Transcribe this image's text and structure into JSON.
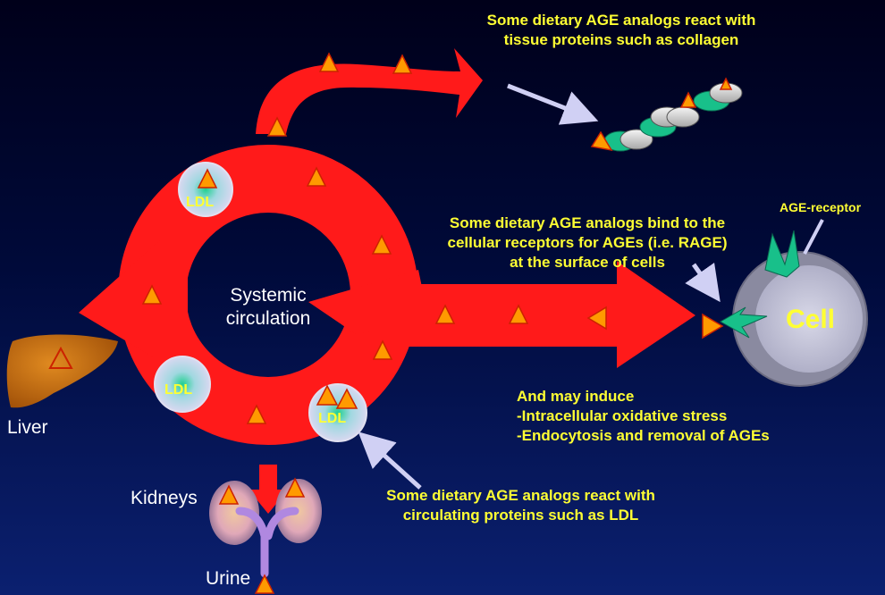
{
  "labels": {
    "collagen_note": [
      "Some dietary AGE analogs react with",
      "tissue proteins such as collagen"
    ],
    "receptor_note": [
      "Some dietary AGE analogs bind to the",
      "cellular receptors for AGEs (i.e. RAGE)",
      "at the surface of cells"
    ],
    "induce_note": [
      "And may induce",
      "-Intracellular oxidative stress",
      "-Endocytosis and removal of AGEs"
    ],
    "ldl_note": [
      "Some dietary AGE analogs react with",
      "circulating proteins such as LDL"
    ],
    "systemic": [
      "Systemic",
      "circulation"
    ],
    "liver": "Liver",
    "kidneys": "Kidneys",
    "urine": "Urine",
    "cell": "Cell",
    "age_receptor": "AGE-receptor",
    "ldl": "LDL"
  },
  "colors": {
    "arrow_red": "#ff1a1a",
    "triangle_fill": "#ff9a00",
    "triangle_stroke": "#cc2200",
    "text_yellow": "#ffff33",
    "cell_outer": "#8a8aa0",
    "cell_inner": "#c8c8d8",
    "receptor_green": "#18c08a",
    "pointer_lavender": "#c8c8f0",
    "liver_brown": "#c06a10",
    "kidney_pink": "#e0a8b8",
    "urine_purple": "#b088e0"
  }
}
